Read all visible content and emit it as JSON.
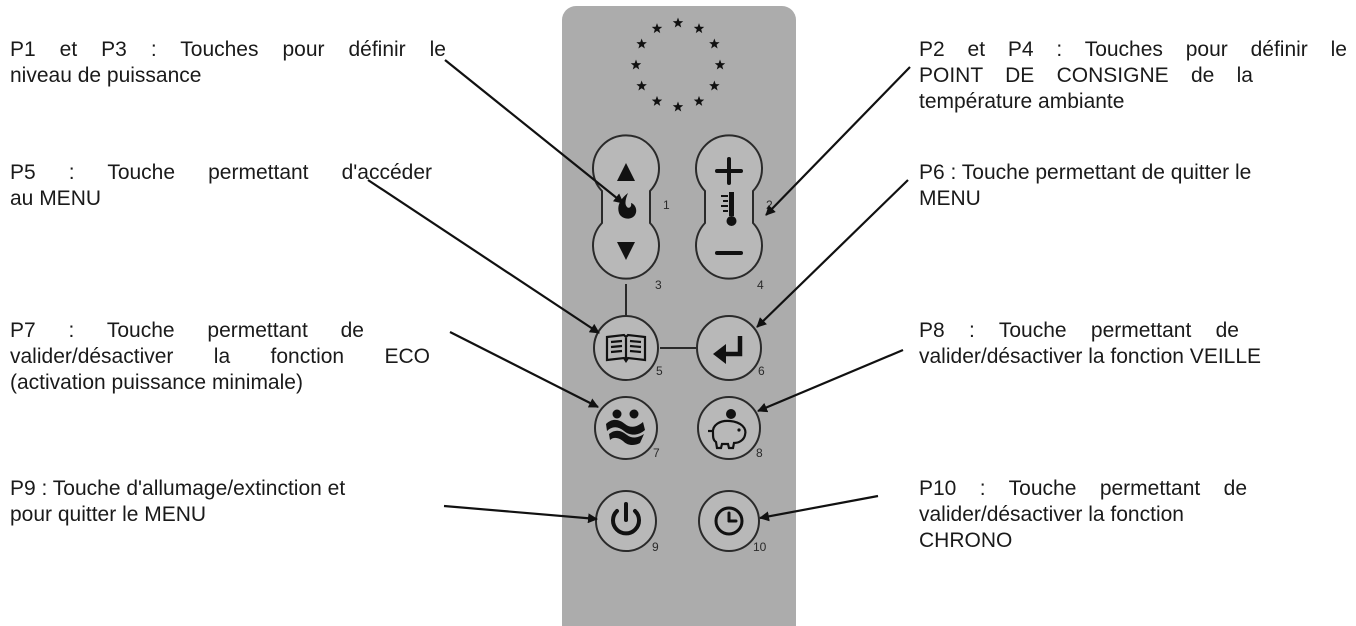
{
  "labels": {
    "p1_p3": [
      "P1 et P3 : Touches pour définir le",
      "niveau de puissance"
    ],
    "p2_p4": [
      "P2 et P4 : Touches pour définir le",
      "POINT DE CONSIGNE de la",
      "température ambiante"
    ],
    "p5": [
      "P5 : Touche permettant d'accéder",
      "au MENU"
    ],
    "p6": [
      "P6 : Touche permettant de quitter le",
      "MENU"
    ],
    "p7": [
      "P7 : Touche permettant de",
      "valider/désactiver la fonction ECO",
      "(activation puissance minimale)"
    ],
    "p8": [
      "P8 : Touche permettant de",
      "valider/désactiver la fonction VEILLE"
    ],
    "p9": [
      "P9 : Touche d'allumage/extinction et",
      "pour quitter le MENU"
    ],
    "p10": [
      "P10 : Touche permettant de",
      "valider/désactiver la fonction",
      "CHRONO"
    ]
  },
  "remote": {
    "button_numbers": [
      "1",
      "2",
      "3",
      "4",
      "5",
      "6",
      "7",
      "8",
      "9",
      "10"
    ],
    "colors": {
      "body": "#acacac",
      "stroke": "#2a2a2a",
      "arrow": "#111111",
      "text": "#1a1a1a"
    },
    "icons": [
      "eu-stars-logo",
      "arrow-up-icon",
      "flame-icon",
      "arrow-down-icon",
      "plus-icon",
      "thermometer-icon",
      "minus-icon",
      "book-menu-icon",
      "enter-return-icon",
      "eco-waves-icon",
      "piggy-bank-icon",
      "power-icon",
      "clock-icon"
    ]
  }
}
